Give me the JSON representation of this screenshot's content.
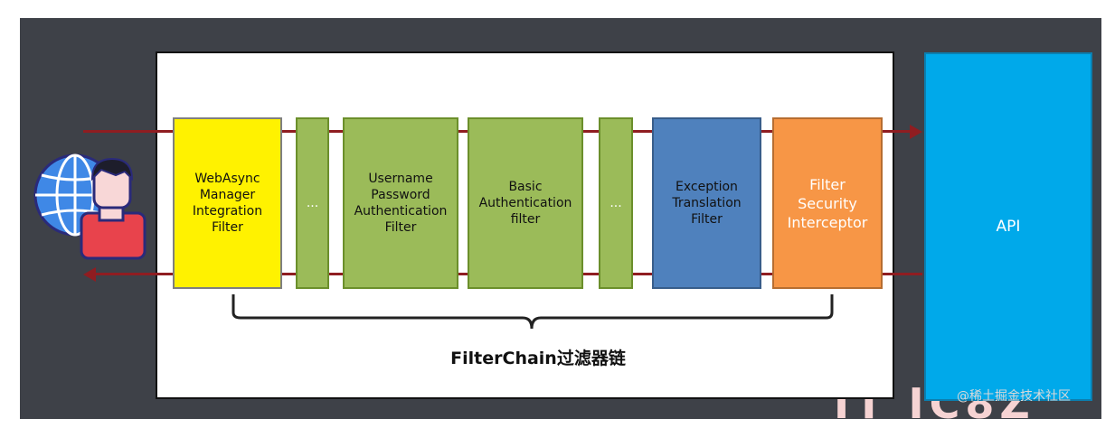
{
  "filters": [
    {
      "id": "webasync",
      "label": "WebAsync\nManager\nIntegration\nFilter",
      "color": "#fff200",
      "text_color": "#111111"
    },
    {
      "id": "ellipsis-1",
      "label": "...",
      "color": "#9bbb59",
      "text_color": "#ffffff"
    },
    {
      "id": "username-password",
      "label": "Username\nPassword\nAuthentication\nFilter",
      "color": "#9bbb59",
      "text_color": "#111111"
    },
    {
      "id": "basic-auth",
      "label": "Basic\nAuthentication\nfilter",
      "color": "#9bbb59",
      "text_color": "#111111"
    },
    {
      "id": "ellipsis-2",
      "label": "...",
      "color": "#9bbb59",
      "text_color": "#ffffff"
    },
    {
      "id": "exception-translation",
      "label": "Exception\nTranslation\nFilter",
      "color": "#4f81bd",
      "text_color": "#111111"
    },
    {
      "id": "filter-security",
      "label": "Filter\nSecurity\nInterceptor",
      "color": "#f79646",
      "text_color": "#ffffff"
    }
  ],
  "api": {
    "label": "API",
    "color": "#00a9ea"
  },
  "chain_label": "FilterChain过滤器链",
  "watermark": "@稀土掘金技术社区",
  "colors": {
    "wire": "#8f1d21",
    "background": "#3e4148",
    "panel": "#ffffff"
  }
}
